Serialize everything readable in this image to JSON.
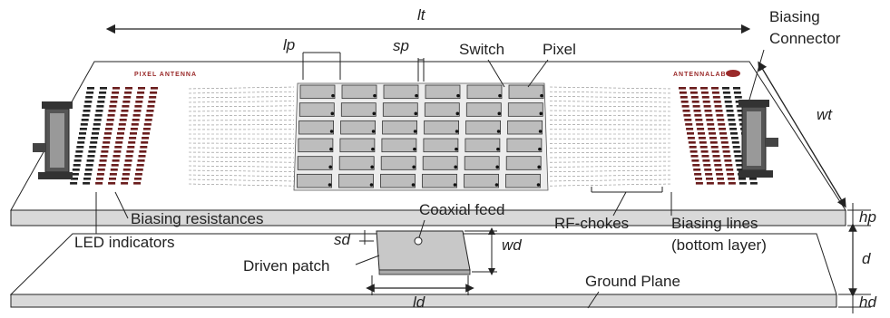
{
  "labels": {
    "lt": "lt",
    "lp": "lp",
    "sp": "sp",
    "switch": "Switch",
    "pixel": "Pixel",
    "biasing_connector_line1": "Biasing",
    "biasing_connector_line2": "Connector",
    "wt": "wt",
    "hp": "hp",
    "d": "d",
    "hd": "hd",
    "biasing_resistances": "Biasing resistances",
    "led_indicators": "LED indicators",
    "coaxial_feed": "Coaxial feed",
    "rf_chokes": "RF-chokes",
    "biasing_lines_line1": "Biasing lines",
    "biasing_lines_line2": "(bottom layer)",
    "sd": "sd",
    "wd": "wd",
    "driven_patch": "Driven patch",
    "ld": "ld",
    "ground_plane": "Ground Plane"
  },
  "board_marks": {
    "left_text": "PIXEL ANTENNA",
    "right_text": "ANTENNALAB"
  },
  "grid": {
    "rows": 6,
    "cols": 6
  },
  "colors": {
    "board_edge": "#c9c9c9",
    "pixel_fill": "#bdbdbd",
    "biasing_dark": "#6a1d1d",
    "ink": "#222222"
  }
}
